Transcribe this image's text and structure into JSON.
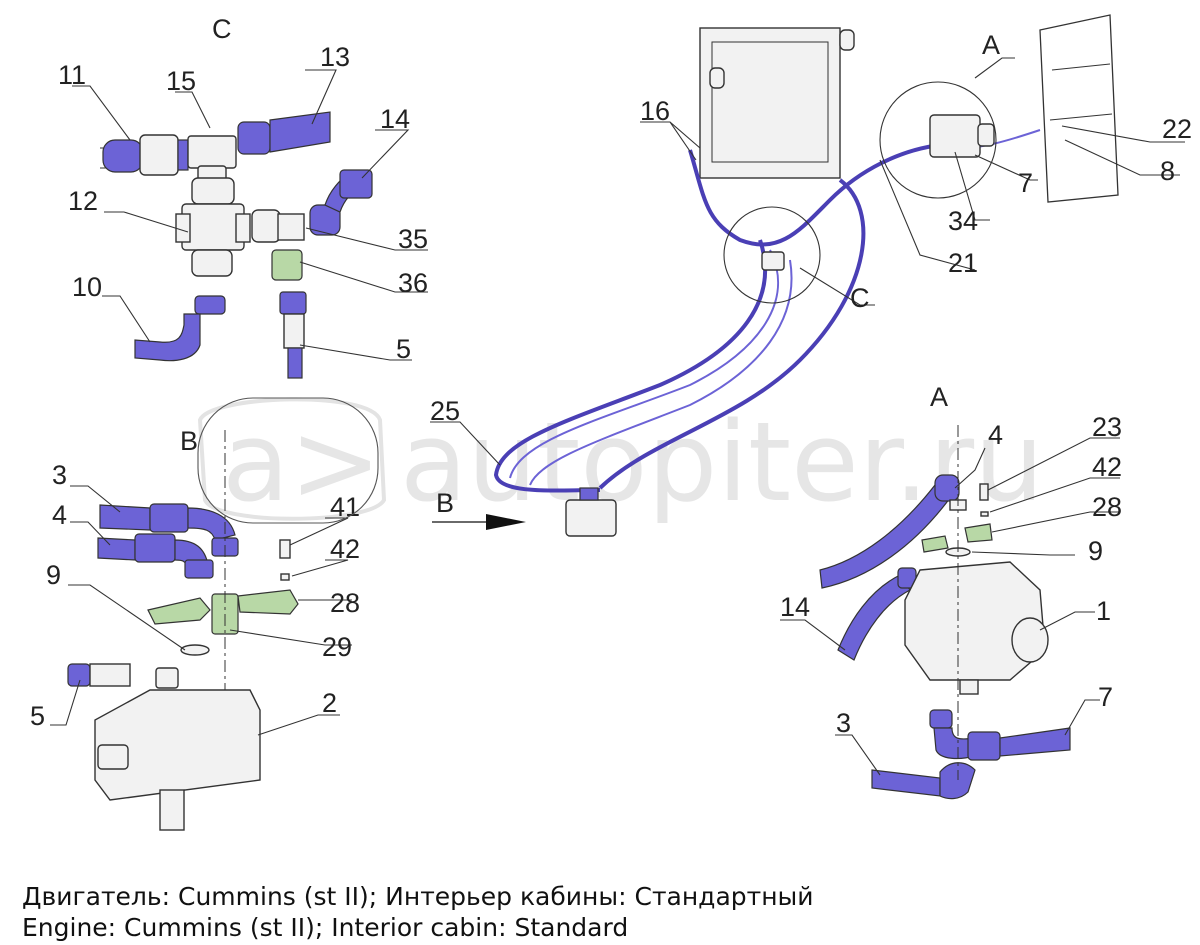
{
  "views": {
    "c": "C",
    "b": "B",
    "a": "A",
    "a_detail": "A",
    "c_detail": "C",
    "b_detail": "B",
    "b_arrow": "B"
  },
  "labels": {
    "p11": "11",
    "p13": "13",
    "p15": "15",
    "p14": "14",
    "p12": "12",
    "p35": "35",
    "p36": "36",
    "p10": "10",
    "p5": "5",
    "p3": "3",
    "p4": "4",
    "p41": "41",
    "p42": "42",
    "p9": "9",
    "p28": "28",
    "p29": "29",
    "p5b": "5",
    "p2": "2",
    "p16": "16",
    "p22": "22",
    "p8": "8",
    "p7": "7",
    "p34": "34",
    "p21": "21",
    "p25": "25",
    "a4": "4",
    "a23": "23",
    "a42": "42",
    "a28": "28",
    "a9": "9",
    "a14": "14",
    "a1": "1",
    "a7": "7",
    "a3": "3"
  },
  "watermark": {
    "brand_prefix": "a>",
    "brand": "autopiter.ru"
  },
  "caption": {
    "line_ru": "Двигатель: Cummins (st II); Интерьер кабины: Стандартный",
    "line_en": "Engine: Cummins (st II); Interior cabin: Standard"
  },
  "colors": {
    "hose": "#4a3fb5",
    "fitting_green": "#b8d8a6",
    "ink": "#222222"
  }
}
